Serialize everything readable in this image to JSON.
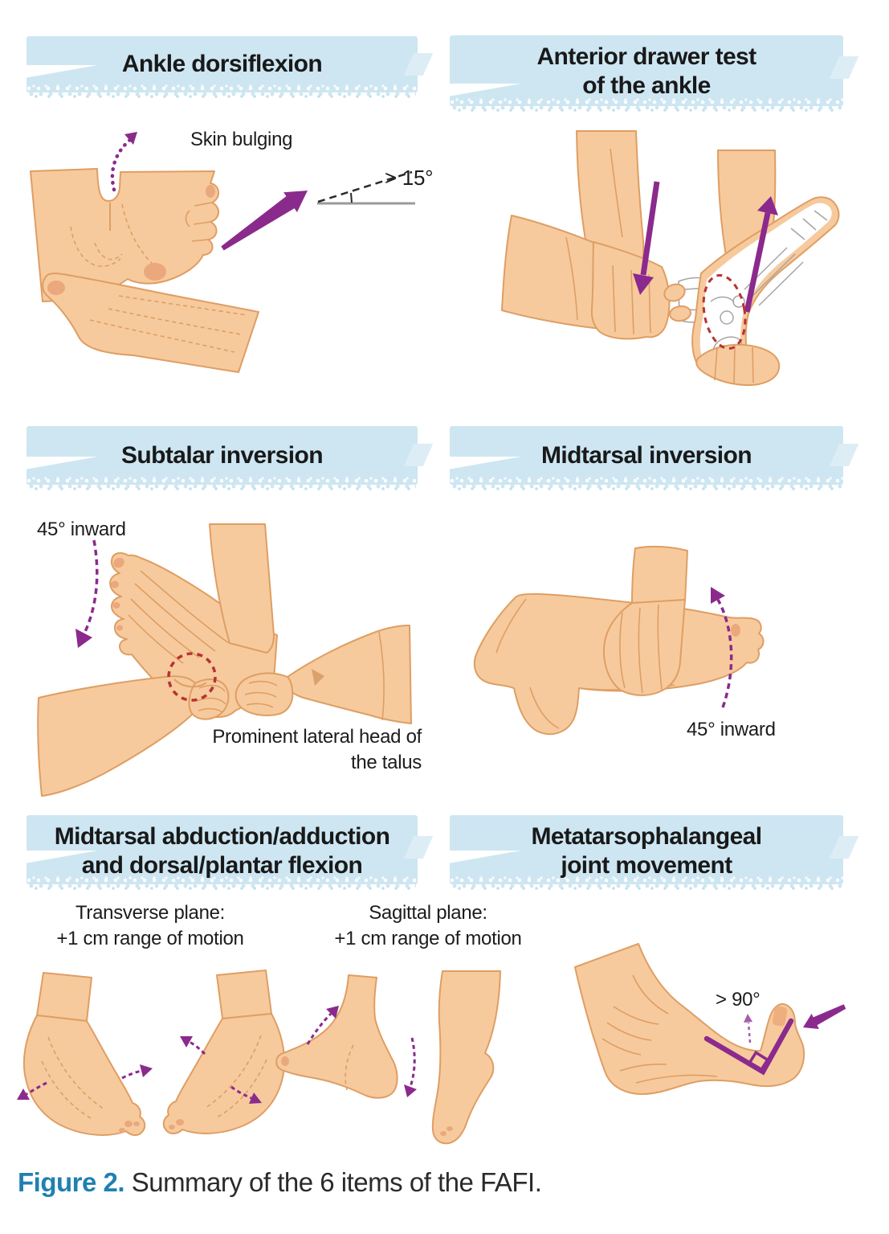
{
  "panels": {
    "p1": {
      "title": "Ankle dorsiflexion",
      "skin_bulging": "Skin bulging",
      "angle": "> 15°"
    },
    "p2": {
      "title_line1": "Anterior drawer test",
      "title_line2": "of the ankle"
    },
    "p3": {
      "title": "Subtalar inversion",
      "inward": "45° inward",
      "talus_line1": "Prominent lateral head of",
      "talus_line2": "the talus"
    },
    "p4": {
      "title": "Midtarsal inversion",
      "inward": "45° inward"
    },
    "p5": {
      "title_line1": "Midtarsal abduction/adduction",
      "title_line2": "and dorsal/plantar flexion",
      "transverse_line1": "Transverse plane:",
      "transverse_line2": "+1 cm range of motion",
      "sagittal_line1": "Sagittal plane:",
      "sagittal_line2": "+1 cm range of motion"
    },
    "p6": {
      "title_line1": "Metatarsophalangeal",
      "title_line2": "joint movement",
      "angle": "> 90°"
    }
  },
  "caption": {
    "label": "Figure 2.",
    "text": " Summary of the 6 items of the FAFI."
  },
  "colors": {
    "banner_blue": "#cde6f2",
    "skin": "#f6ca9d",
    "skin_outline": "#df9e63",
    "purple": "#8b2a8d",
    "red": "#b83232",
    "caption_blue": "#1f80b2"
  }
}
